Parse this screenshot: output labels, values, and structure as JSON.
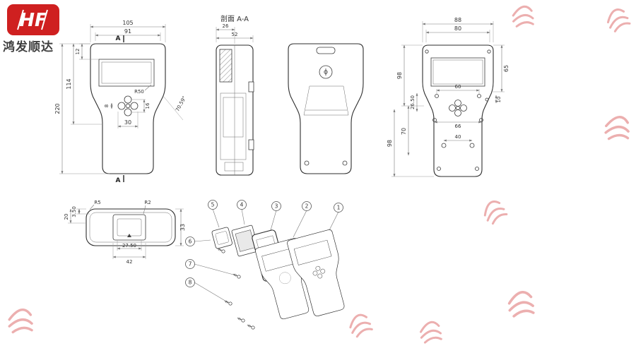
{
  "logo": {
    "brand": "HF",
    "company": "鸿发顺达"
  },
  "colors": {
    "accent_red": "#cf2020",
    "watermark": "#d24040"
  },
  "front_view": {
    "dim_top_width": "105",
    "dim_screen_width": "91",
    "dim_top_offset": "12",
    "dim_upper_height": "114",
    "dim_total_height": "220",
    "dim_button_span": "30",
    "dim_button_pitch": "16",
    "dim_button_gap": "8",
    "label_screen_radius": "R50",
    "label_taper_angle": "70.59°",
    "section_marker": "A"
  },
  "section_view": {
    "title": "剖面 A-A",
    "dim_front_depth": "26",
    "dim_total_depth": "52"
  },
  "back_dim_view": {
    "dim_top_width": "88",
    "dim_window_width": "80",
    "dim_upper_height": "98",
    "dim_right_height": "65",
    "dim_mid_offset": "26.50",
    "dim_hole_span": "60",
    "dim_edge_offset": "10",
    "dim_lower_left": "70",
    "dim_boss_span": "66",
    "dim_screw_span": "40",
    "dim_lower_height": "98"
  },
  "bottom_view": {
    "dim_lip": "3.50",
    "dim_height": "20",
    "dim_inner_width": "27.50",
    "dim_outer_width": "42",
    "dim_depth": "33",
    "label_radius_outer": "R5",
    "label_radius_inner": "R2"
  },
  "exploded_view": {
    "balloons": [
      "1",
      "2",
      "3",
      "4",
      "5",
      "6",
      "7",
      "8"
    ]
  }
}
